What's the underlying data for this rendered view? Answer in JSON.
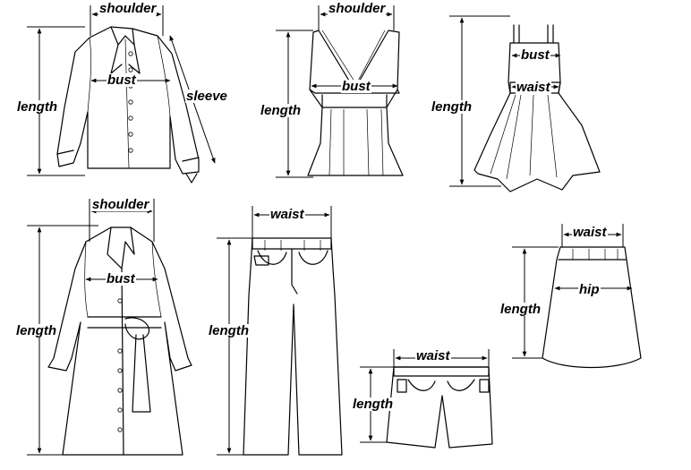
{
  "labels": {
    "shirt": {
      "shoulder": "shoulder",
      "bust": "bust",
      "length": "length",
      "sleeve": "sleeve"
    },
    "top": {
      "shoulder": "shoulder",
      "bust": "bust",
      "length": "length"
    },
    "dress": {
      "bust": "bust",
      "waist": "waist",
      "length": "length"
    },
    "coat": {
      "shoulder": "shoulder",
      "bust": "bust",
      "length": "length"
    },
    "pants": {
      "waist": "waist",
      "length": "length"
    },
    "shorts": {
      "waist": "waist",
      "length": "length"
    },
    "skirt": {
      "waist": "waist",
      "hip": "hip",
      "length": "length"
    }
  }
}
